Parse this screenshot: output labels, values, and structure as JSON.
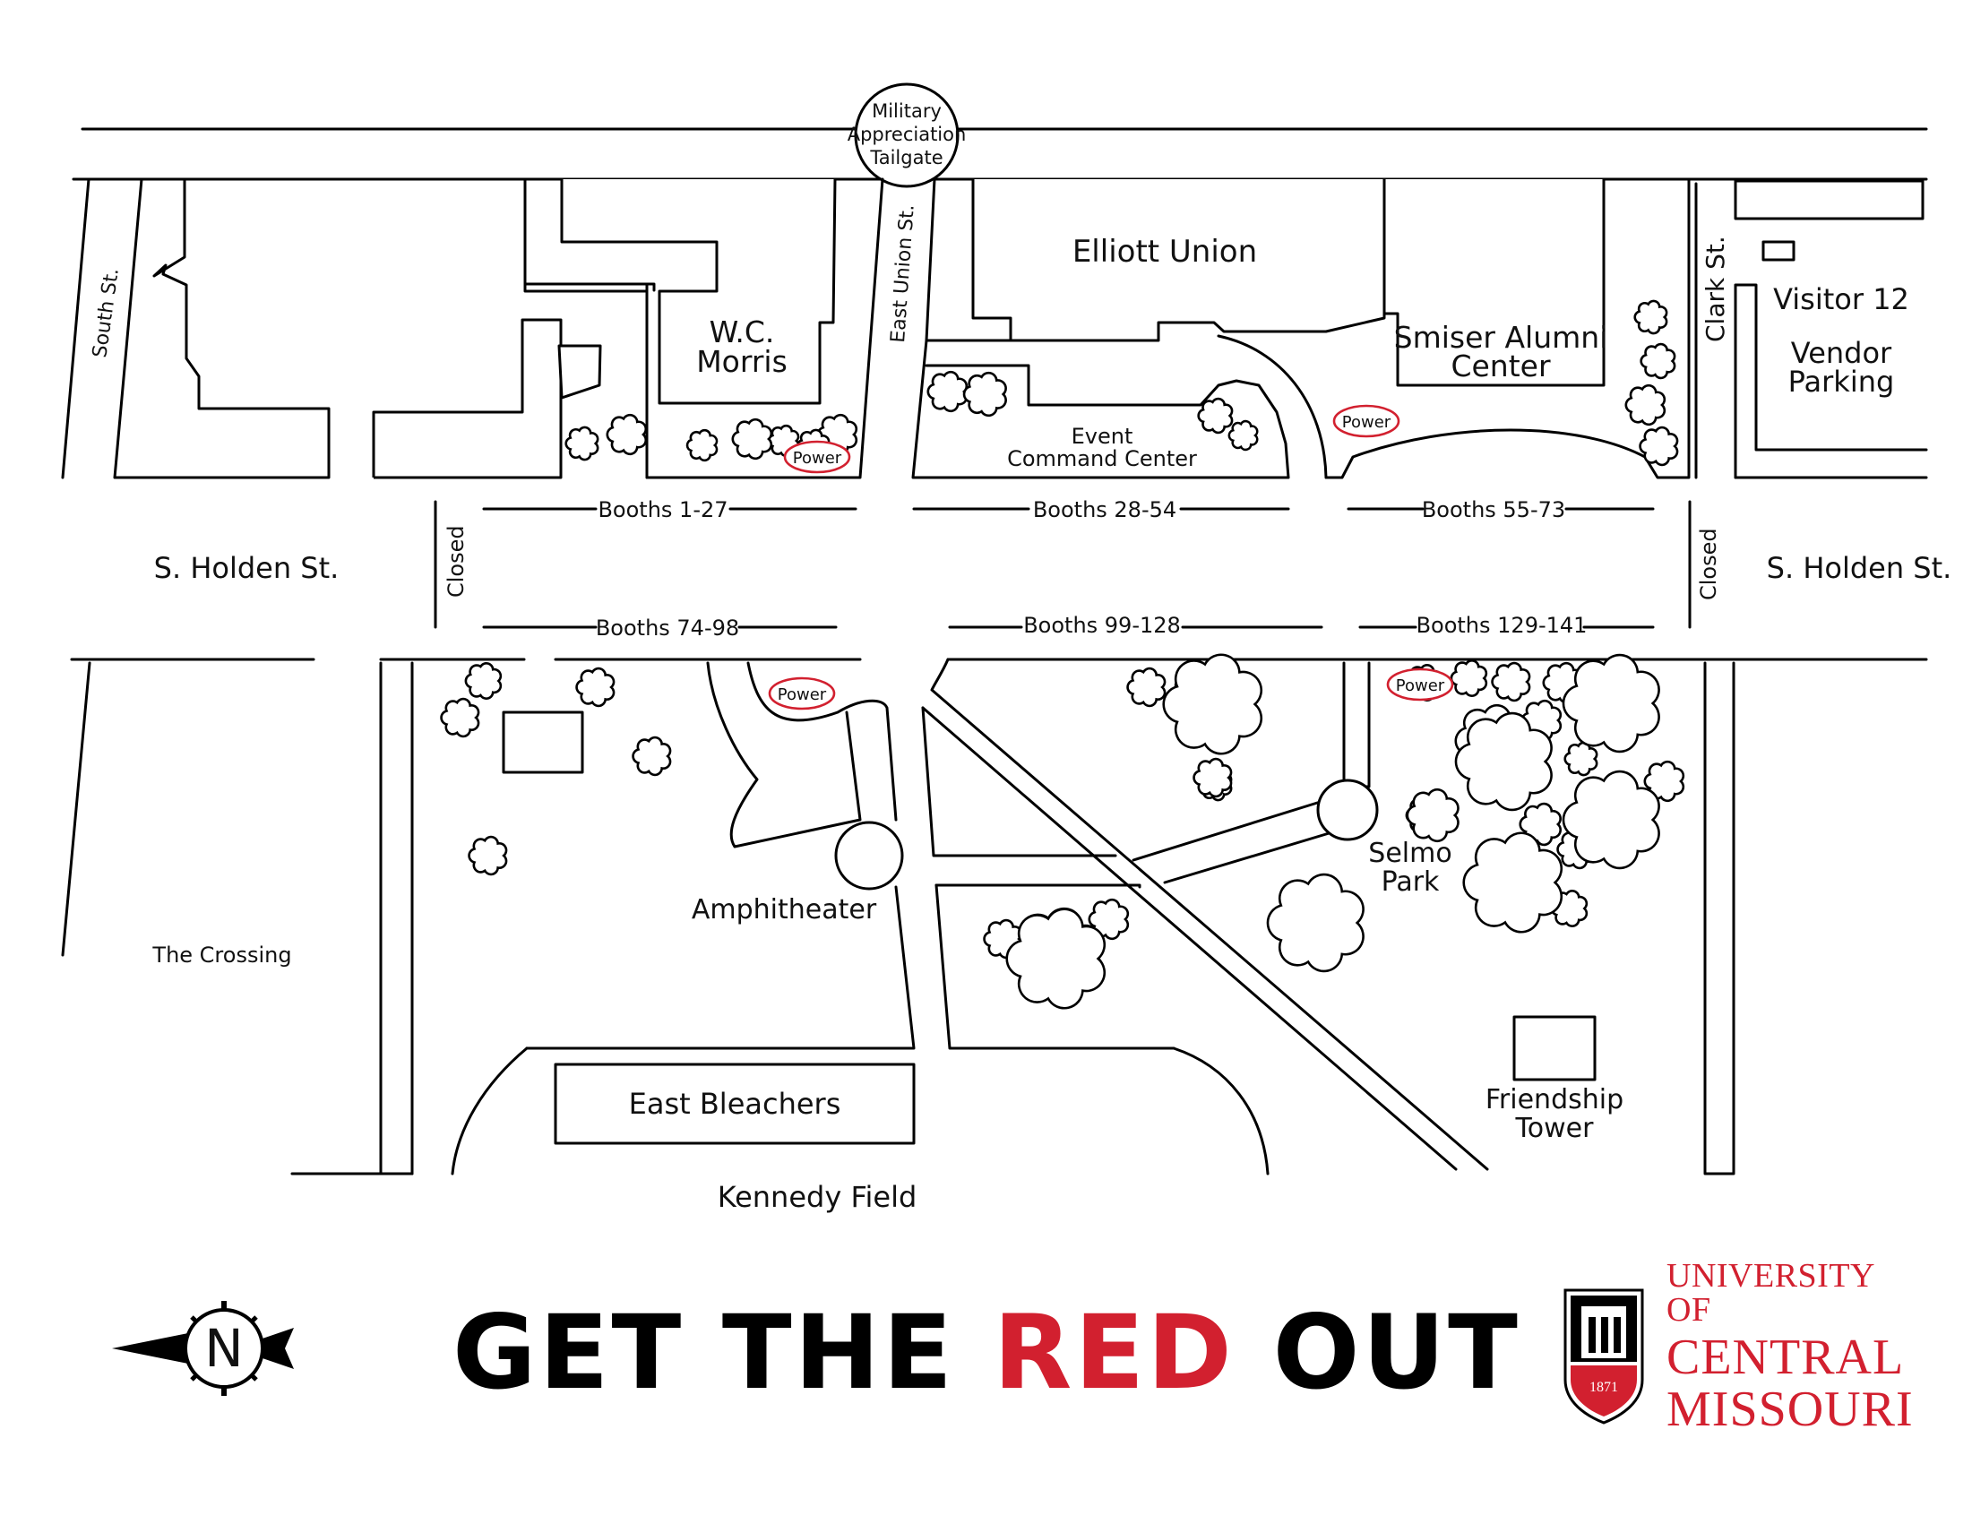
{
  "map": {
    "roads": {
      "south_st": "South St.",
      "east_union_st": "East Union St.",
      "clark_st": "Clark St.",
      "s_holden_west": "S. Holden St.",
      "s_holden_east": "S. Holden St.",
      "closed_west": "Closed",
      "closed_east": "Closed"
    },
    "tailgate": [
      "Military",
      "Appreciation",
      "Tailgate"
    ],
    "buildings": {
      "wc_morris": [
        "W.C.",
        "Morris"
      ],
      "elliott_union": "Elliott Union",
      "smiser": [
        "Smiser Alumni",
        "Center"
      ],
      "visitor": "Visitor 12",
      "vendor_parking": [
        "Vendor",
        "Parking"
      ],
      "event_command": [
        "Event",
        "Command Center"
      ],
      "amphitheater": "Amphitheater",
      "east_bleachers": "East Bleachers",
      "kennedy_field": "Kennedy Field",
      "the_crossing": "The Crossing",
      "selmo_park": [
        "Selmo",
        "Park"
      ],
      "friendship_tower": [
        "Friendship",
        "Tower"
      ]
    },
    "booths": {
      "b1": "Booths 1-27",
      "b2": "Booths 28-54",
      "b3": "Booths 55-73",
      "b4": "Booths 74-98",
      "b5": "Booths 99-128",
      "b6": "Booths 129-141"
    },
    "power_label": "Power",
    "compass_letter": "N",
    "trees": [
      [
        935,
        485,
        22
      ],
      [
        908,
        498,
        18
      ],
      [
        875,
        492,
        17
      ],
      [
        650,
        495,
        18
      ],
      [
        700,
        485,
        22
      ],
      [
        840,
        490,
        22
      ],
      [
        784,
        497,
        17
      ],
      [
        1058,
        437,
        22
      ],
      [
        1100,
        440,
        24
      ],
      [
        1357,
        464,
        19
      ],
      [
        1388,
        486,
        16
      ],
      [
        1843,
        354,
        18
      ],
      [
        1851,
        403,
        19
      ],
      [
        1837,
        452,
        22
      ],
      [
        1852,
        498,
        21
      ],
      [
        540,
        760,
        20
      ],
      [
        514,
        801,
        21
      ],
      [
        665,
        767,
        21
      ],
      [
        728,
        844,
        21
      ],
      [
        545,
        955,
        21
      ],
      [
        1280,
        767,
        21
      ],
      [
        1340,
        775,
        22
      ],
      [
        1357,
        875,
        18
      ],
      [
        1590,
        762,
        20
      ],
      [
        1640,
        757,
        20
      ],
      [
        1687,
        761,
        21
      ],
      [
        1745,
        762,
        22
      ],
      [
        1800,
        788,
        44
      ],
      [
        1858,
        872,
        22
      ],
      [
        1765,
        847,
        18
      ],
      [
        1721,
        804,
        22
      ],
      [
        1590,
        910,
        20
      ],
      [
        1665,
        827,
        40
      ],
      [
        1720,
        920,
        23
      ],
      [
        1760,
        948,
        21
      ],
      [
        1800,
        912,
        44
      ],
      [
        1752,
        1014,
        20
      ],
      [
        1692,
        982,
        48
      ],
      [
        1474,
        1031,
        44
      ],
      [
        1354,
        868,
        21
      ],
      [
        1356,
        779,
        21
      ],
      [
        1326,
        774,
        18
      ],
      [
        1367,
        788,
        17
      ],
      [
        1180,
        1068,
        54
      ],
      [
        1238,
        1026,
        22
      ],
      [
        1120,
        1048,
        21
      ],
      [
        1594,
        911,
        21
      ],
      [
        1663,
        830,
        20
      ]
    ],
    "big_trees": [
      [
        1355,
        786,
        48
      ],
      [
        1680,
        850,
        47
      ],
      [
        1470,
        1030,
        47
      ],
      [
        1690,
        985,
        48
      ],
      [
        1800,
        785,
        47
      ],
      [
        1800,
        915,
        47
      ],
      [
        1180,
        1070,
        48
      ],
      [
        1600,
        910,
        25
      ]
    ]
  },
  "footer": {
    "title_part1": "GET THE ",
    "title_red": "RED",
    "title_part2": " OUT",
    "logo_line1": "UNIVERSITY OF",
    "logo_line2": "CENTRAL",
    "logo_line3": "MISSOURI",
    "seal_year": "1871"
  },
  "colors": {
    "accent_red": "#d2202f",
    "ink": "#000000"
  }
}
